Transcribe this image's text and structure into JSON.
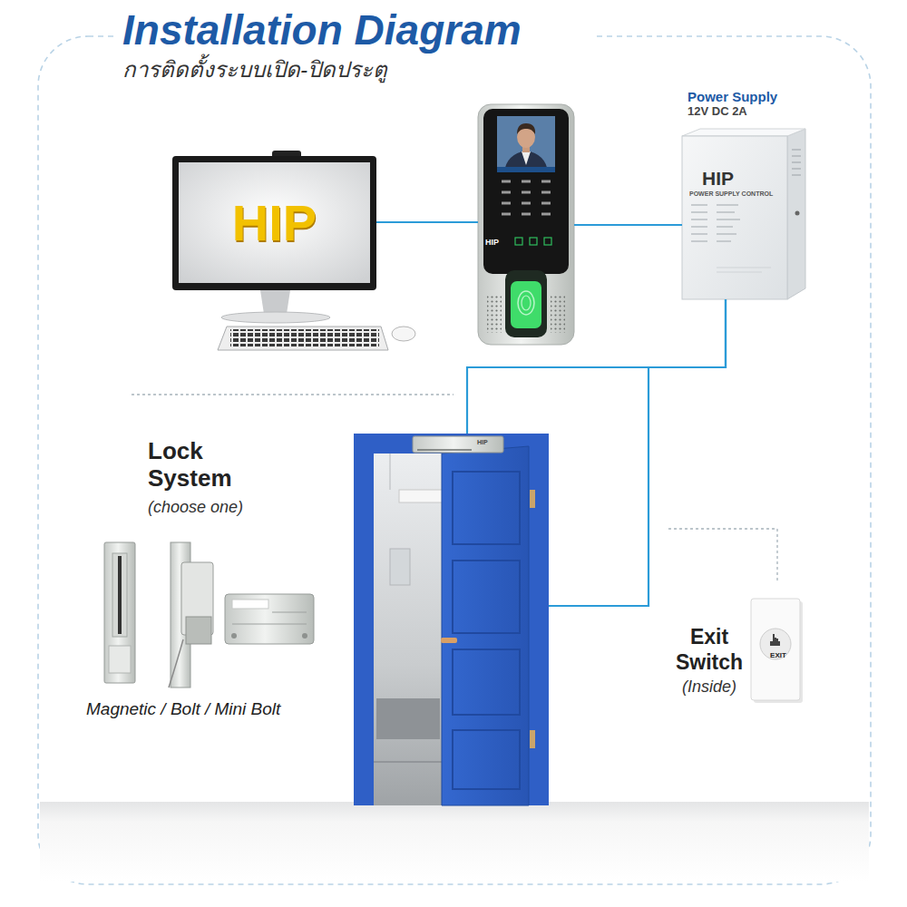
{
  "diagram": {
    "title": "Installation Diagram",
    "nodes": [
      {
        "text": [
          "HIP"
        ]
      },
      {
        "text": [
          "HIP"
        ]
      },
      {
        "text": [
          "Power Supply",
          "12V DC 2A",
          "HIP",
          "POWER SUPPLY CONTROL"
        ]
      },
      {
        "text": [
          "HIP"
        ]
      },
      {
        "text": [
          "Lock System",
          "(choose one)",
          "Magnetic / Bolt / Mini Bolt"
        ]
      },
      {
        "text": [
          "Exit Switch",
          "(Inside)",
          "EXIT"
        ]
      }
    ],
    "edges": [
      {
        "from": 0,
        "to": 1,
        "arrow": "none"
      },
      {
        "from": 1,
        "to": 2,
        "arrow": "none"
      },
      {
        "from": 2,
        "to": 3,
        "arrow": "none"
      },
      {
        "from": 2,
        "to": 3,
        "arrow": "none"
      }
    ],
    "labels": [
      "การติดตั้งระบบเปิด-ปิดประตู"
    ]
  }
}
